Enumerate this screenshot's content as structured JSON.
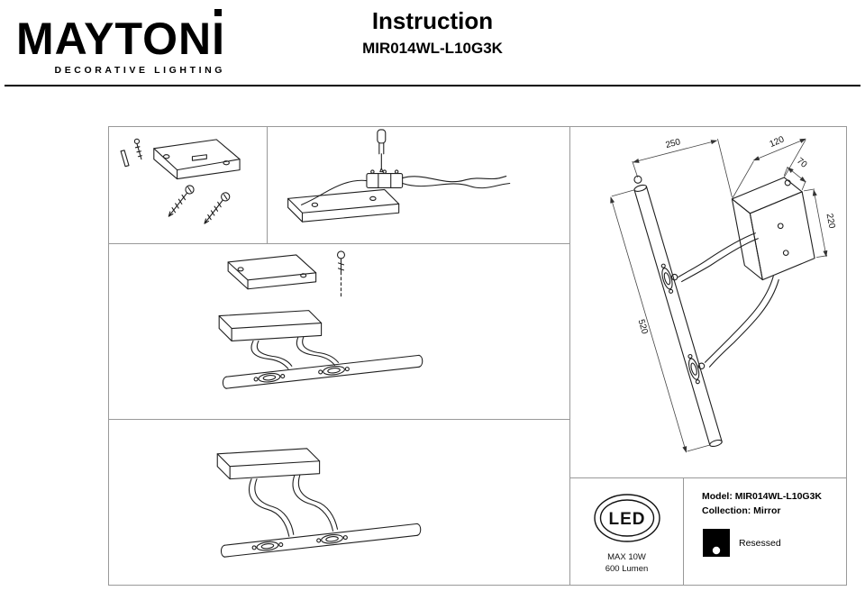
{
  "header": {
    "brand": "MAYTONI",
    "brand_sub": "DECORATIVE LIGHTING",
    "title": "Instruction",
    "model": "MIR014WL-L10G3K"
  },
  "drawing": {
    "dim_250": "250",
    "dim_120": "120",
    "dim_70": "70",
    "dim_220": "220",
    "dim_520": "520"
  },
  "specs": {
    "led_label": "LED",
    "max_power": "MAX 10W",
    "luminous_flux": "600 Lumen"
  },
  "product": {
    "model_label": "Model:",
    "model_value": "MIR014WL-L10G3K",
    "collection_label": "Collection:",
    "collection_value": "Mirror",
    "mount_type": "Resessed"
  }
}
